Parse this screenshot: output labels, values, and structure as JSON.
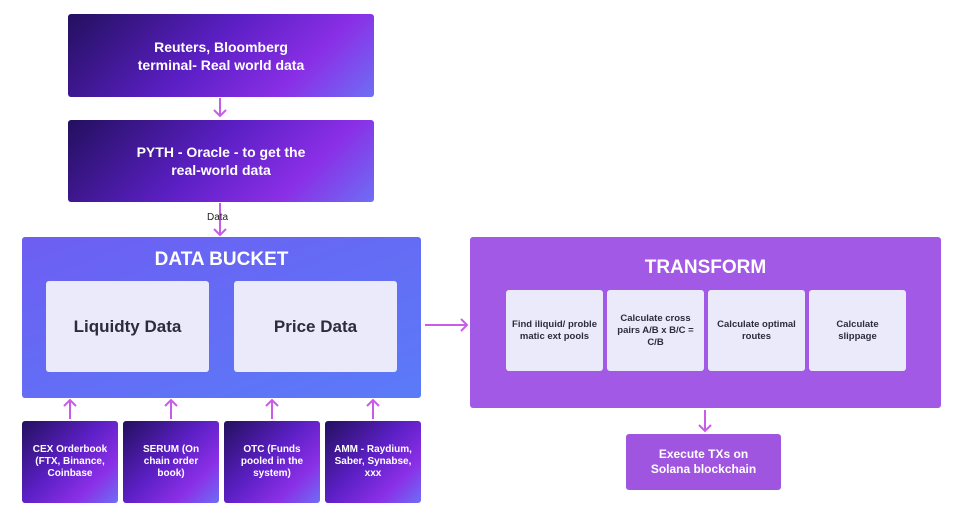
{
  "source": {
    "text": "Reuters, Bloomberg terminal- Real world data"
  },
  "oracle": {
    "text": "PYTH - Oracle - to get the real-world data"
  },
  "data_label": "Data",
  "bucket": {
    "title": "DATA BUCKET",
    "items": [
      "Liquidty Data",
      "Price Data"
    ]
  },
  "inputs": [
    "CEX Orderbook (FTX, Binance, Coinbase",
    "SERUM (On chain order book)",
    "OTC (Funds pooled in the system)",
    "AMM - Raydium, Saber, Synabse, xxx"
  ],
  "transform": {
    "title": "TRANSFORM",
    "steps": [
      "Find iliquid/ proble matic ext pools",
      "Calculate cross pairs A/B x B/C = C/B",
      "Calculate optimal routes",
      "Calculate slippage"
    ]
  },
  "execute": {
    "text": "Execute TXs on Solana blockchain"
  },
  "colors": {
    "arrow": "#c85ce8",
    "bucket": "#6366f1",
    "transform": "#a259e6"
  }
}
